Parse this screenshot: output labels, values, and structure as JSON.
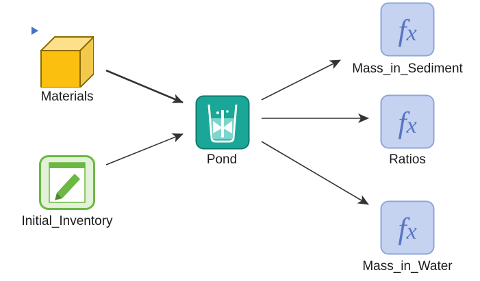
{
  "diagram": {
    "nodes": {
      "materials": {
        "label": "Materials",
        "icon": "cube-icon",
        "color": "#FBBF10"
      },
      "initial_inventory": {
        "label": "Initial_Inventory",
        "icon": "edit-form-icon",
        "color": "#6BB843"
      },
      "pond": {
        "label": "Pond",
        "icon": "beaker-mixer-icon",
        "color": "#1BA797"
      },
      "mass_in_sediment": {
        "label": "Mass_in_Sediment",
        "icon": "function-icon",
        "glyph": "fx",
        "color": "#5A75C4"
      },
      "ratios": {
        "label": "Ratios",
        "icon": "function-icon",
        "glyph": "fx",
        "color": "#5A75C4"
      },
      "mass_in_water": {
        "label": "Mass_in_Water",
        "icon": "function-icon",
        "glyph": "fx",
        "color": "#5A75C4"
      }
    },
    "edges": [
      {
        "from": "Materials",
        "to": "Pond"
      },
      {
        "from": "Initial_Inventory",
        "to": "Pond"
      },
      {
        "from": "Pond",
        "to": "Mass_in_Sediment"
      },
      {
        "from": "Pond",
        "to": "Ratios"
      },
      {
        "from": "Pond",
        "to": "Mass_in_Water"
      }
    ],
    "marker": {
      "icon": "expand-triangle-icon",
      "color": "#4472C4"
    }
  }
}
